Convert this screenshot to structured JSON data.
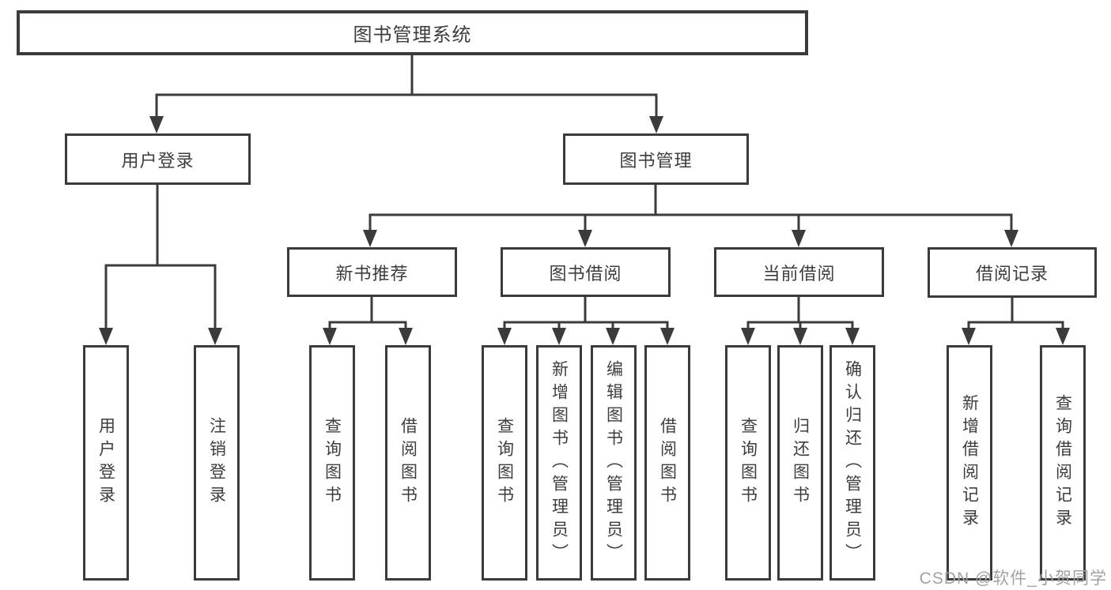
{
  "root_label": "图书管理系统",
  "branches": {
    "login": {
      "label": "用户登录",
      "leaves": [
        "用户登录",
        "注销登录"
      ]
    },
    "management": {
      "label": "图书管理",
      "groups": [
        {
          "label": "新书推荐",
          "leaves": [
            "查询图书",
            "借阅图书"
          ]
        },
        {
          "label": "图书借阅",
          "leaves": [
            "查询图书",
            "新增图书（管理员）",
            "编辑图书（管理员）",
            "借阅图书"
          ]
        },
        {
          "label": "当前借阅",
          "leaves": [
            "查询图书",
            "归还图书",
            "确认归还（管理员）"
          ]
        },
        {
          "label": "借阅记录",
          "leaves": [
            "新增借阅记录",
            "查询借阅记录"
          ]
        }
      ]
    }
  },
  "watermark": "CSDN @软件_小贺同学",
  "colors": {
    "line": "#3b3b3b",
    "text": "#3d3d3d",
    "watermark": "#a5a0a1",
    "background": "#ffffff"
  }
}
